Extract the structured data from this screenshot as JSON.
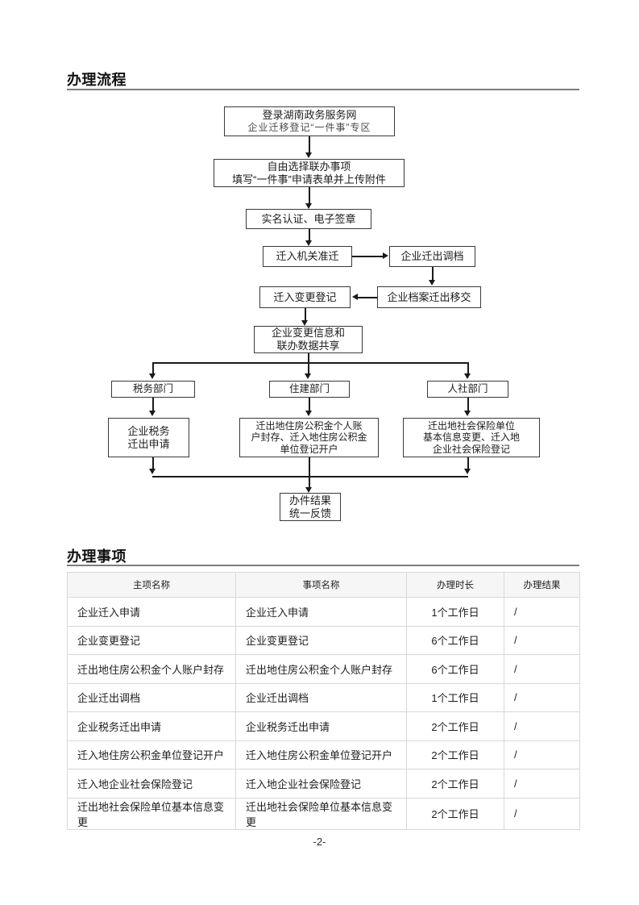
{
  "document": {
    "page_number": "-2-"
  },
  "sections": {
    "flow": {
      "heading": "办理流程"
    },
    "items": {
      "heading": "办理事项"
    }
  },
  "flowchart": {
    "nodes": {
      "login": {
        "line1": "登录湖南政务服务网",
        "line2": "企业迁移登记“一件事”专区"
      },
      "select_fill": {
        "line1": "自由选择联办事项",
        "line2": "填写“一件事”申请表单并上传附件"
      },
      "auth": {
        "line1": "实名认证、电子签章"
      },
      "approve_in": {
        "line1": "迁入机关准迁"
      },
      "transfer_out_file": {
        "line1": "企业迁出调档"
      },
      "change_register_in": {
        "line1": "迁入变更登记"
      },
      "archive_handover": {
        "line1": "企业档案迁出移交"
      },
      "share_data": {
        "line1": "企业变更信息和",
        "line2": "联办数据共享"
      },
      "dept_tax": {
        "line1": "税务部门"
      },
      "dept_housing": {
        "line1": "住建部门"
      },
      "dept_hr": {
        "line1": "人社部门"
      },
      "tax_detail": {
        "line1": "企业税务",
        "line2": "迁出申请"
      },
      "housing_detail": {
        "line1": "迁出地住房公积金个人账",
        "line2": "户封存、迁入地住房公积金",
        "line3": "单位登记开户"
      },
      "hr_detail": {
        "line1": "迁出地社会保险单位",
        "line2": "基本信息变更、迁入地",
        "line3": "企业社会保险登记"
      },
      "result": {
        "line1": "办件结果",
        "line2": "统一反馈"
      }
    }
  },
  "table": {
    "headers": {
      "main_item": "主项名称",
      "item_name": "事项名称",
      "duration": "办理时长",
      "result": "办理结果"
    },
    "rows": [
      {
        "main_item": "企业迁入申请",
        "item_name": "企业迁入申请",
        "duration": "1个工作日",
        "result": "/"
      },
      {
        "main_item": "企业变更登记",
        "item_name": "企业变更登记",
        "duration": "6个工作日",
        "result": "/"
      },
      {
        "main_item": "迁出地住房公积金个人账户封存",
        "item_name": "迁出地住房公积金个人账户封存",
        "duration": "6个工作日",
        "result": "/"
      },
      {
        "main_item": "企业迁出调档",
        "item_name": "企业迁出调档",
        "duration": "1个工作日",
        "result": "/"
      },
      {
        "main_item": "企业税务迁出申请",
        "item_name": "企业税务迁出申请",
        "duration": "2个工作日",
        "result": "/"
      },
      {
        "main_item": "迁入地住房公积金单位登记开户",
        "item_name": "迁入地住房公积金单位登记开户",
        "duration": "2个工作日",
        "result": "/"
      },
      {
        "main_item": "迁入地企业社会保险登记",
        "item_name": "迁入地企业社会保险登记",
        "duration": "2个工作日",
        "result": "/"
      },
      {
        "main_item": "迁出地社会保险单位基本信息变更",
        "item_name": "迁出地社会保险单位基本信息变更",
        "duration": "2个工作日",
        "result": "/"
      }
    ]
  },
  "colors": {
    "heading": "#111111",
    "rule": "#7d7d7d",
    "node_border": "#3a3a3a",
    "table_border": "#d8d8d8",
    "table_header_bg": "#f6f6f6"
  }
}
